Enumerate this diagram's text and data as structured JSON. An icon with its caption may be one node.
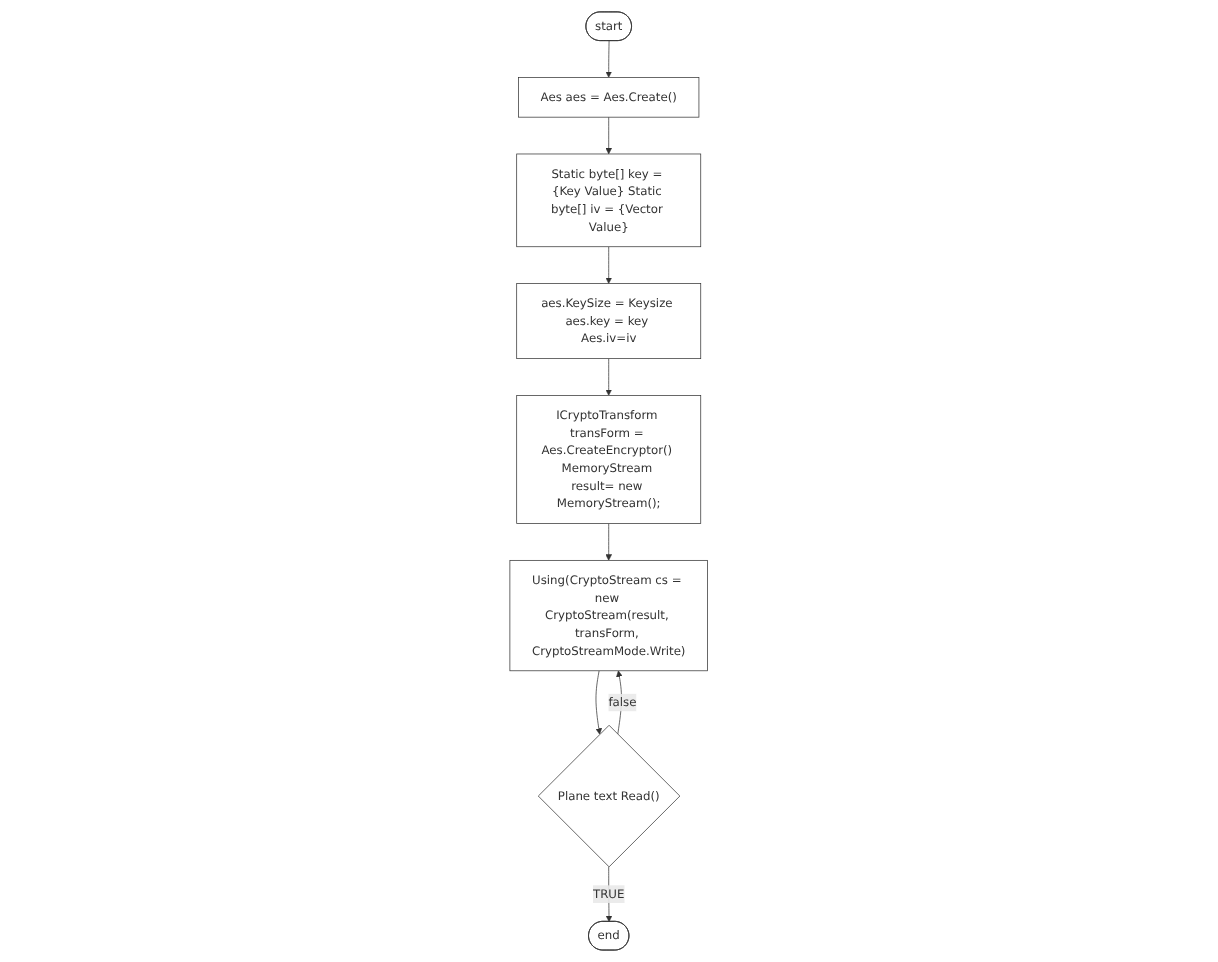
{
  "diagram": {
    "nodes": [
      {
        "text": [
          "start"
        ]
      },
      {
        "text": [
          "Aes aes = Aes.Create()"
        ]
      },
      {
        "text": [
          "Static byte[] key = {Key Value} Static byte[] iv = {Vector Value}"
        ]
      },
      {
        "text": [
          "aes.KeySize = Keysize aes.key = key Aes.iv=iv"
        ]
      },
      {
        "text": [
          "ICryptoTransform transForm = Aes.CreateEncryptor() MemoryStream result= new MemoryStream();"
        ]
      },
      {
        "text": [
          "Using(CryptoStream cs = new CryptoStream(result, transForm, CryptoStreamMode.Write)"
        ]
      },
      {
        "text": [
          "Plane text Read()"
        ]
      },
      {
        "text": [
          "end"
        ]
      }
    ],
    "edges": [
      {
        "from": 0,
        "to": 1,
        "arrow": "to"
      },
      {
        "from": 1,
        "to": 2,
        "arrow": "to"
      },
      {
        "from": 2,
        "to": 3,
        "arrow": "to"
      },
      {
        "from": 3,
        "to": 4,
        "arrow": "to"
      },
      {
        "from": 4,
        "to": 5,
        "arrow": "to"
      },
      {
        "from": 5,
        "to": 6,
        "arrow": "to"
      },
      {
        "from": 6,
        "to": 5,
        "label": "false",
        "arrow": "to"
      },
      {
        "from": 6,
        "to": 7,
        "label": "TRUE",
        "arrow": "to"
      }
    ]
  }
}
